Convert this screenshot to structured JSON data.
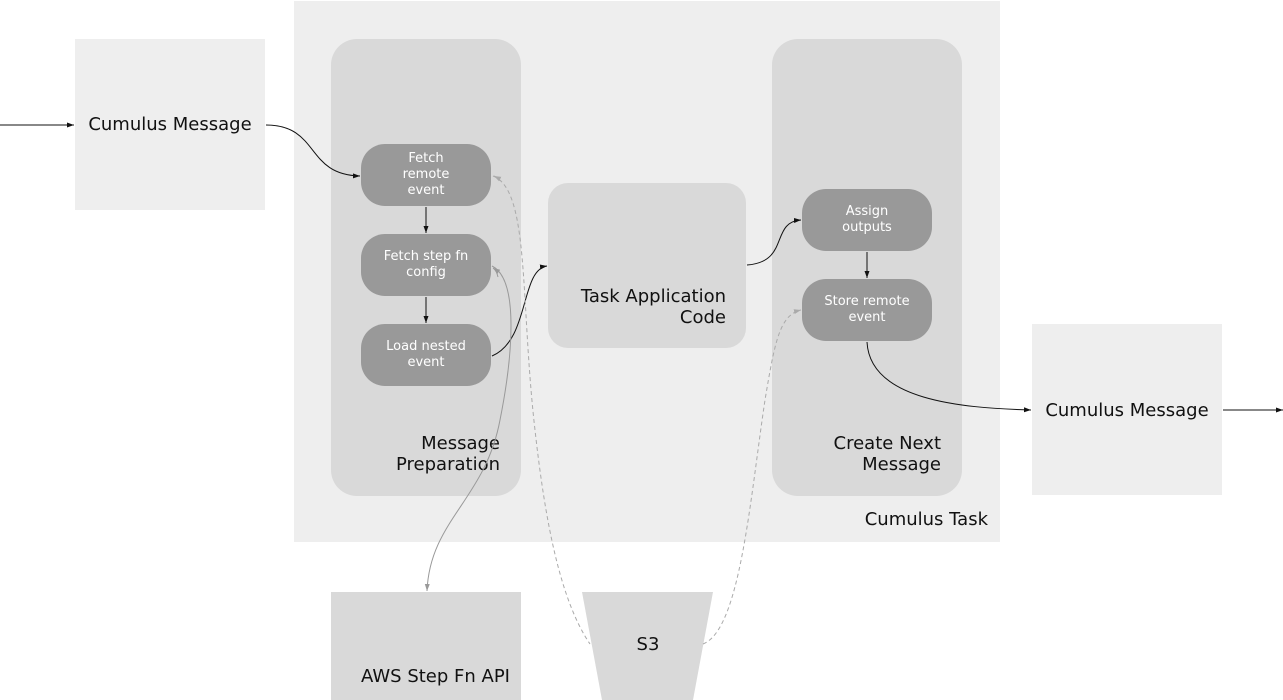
{
  "colors": {
    "task_bg": "#eeeeee",
    "group_bg": "#d9d9d9",
    "step_bg": "#999999",
    "step_text": "#ffffff",
    "edge_solid": "#111111",
    "edge_api": "#999999",
    "edge_dashed": "#aaaaaa"
  },
  "nodes": {
    "cumulus_message_in": "Cumulus Message",
    "cumulus_message_out": "Cumulus Message",
    "cumulus_task": "Cumulus Task",
    "message_preparation": "Message Preparation",
    "task_application_code": "Task Application Code",
    "create_next_message": "Create Next Message",
    "aws_step_fn_api": "AWS Step Fn API",
    "s3": "S3"
  },
  "steps": {
    "fetch_remote_event": "Fetch remote event",
    "fetch_step_fn_config": "Fetch step fn config",
    "load_nested_event": "Load nested event",
    "assign_outputs": "Assign outputs",
    "store_remote_event": "Store remote event"
  }
}
